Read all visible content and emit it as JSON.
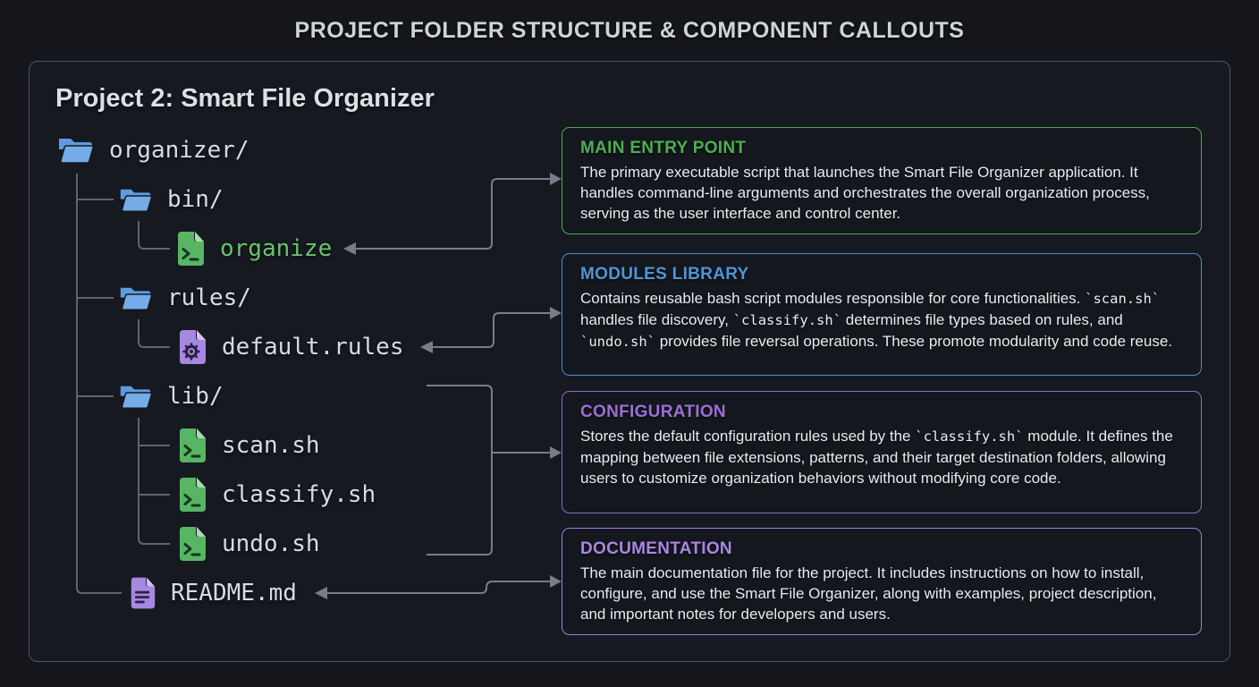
{
  "page_title": "PROJECT FOLDER STRUCTURE & COMPONENT CALLOUTS",
  "panel": {
    "title": "Project 2: Smart File Organizer",
    "tree": {
      "items": [
        {
          "label": "organizer/",
          "type": "folder-open",
          "color": "#d8dbdf",
          "depth": 0
        },
        {
          "label": "bin/",
          "type": "folder",
          "color": "#d8dbdf",
          "depth": 1
        },
        {
          "label": "organize",
          "type": "shell-script",
          "color": "#6cc26e",
          "depth": 2
        },
        {
          "label": "rules/",
          "type": "folder",
          "color": "#d8dbdf",
          "depth": 1
        },
        {
          "label": "default.rules",
          "type": "rules-file",
          "color": "#d8dbdf",
          "depth": 2
        },
        {
          "label": "lib/",
          "type": "folder",
          "color": "#d8dbdf",
          "depth": 1
        },
        {
          "label": "scan.sh",
          "type": "shell-script",
          "color": "#d8dbdf",
          "depth": 2
        },
        {
          "label": "classify.sh",
          "type": "shell-script",
          "color": "#d8dbdf",
          "depth": 2
        },
        {
          "label": "undo.sh",
          "type": "shell-script",
          "color": "#d8dbdf",
          "depth": 2
        },
        {
          "label": "README.md",
          "type": "markdown-doc",
          "color": "#d8dbdf",
          "depth": 1
        }
      ]
    },
    "callouts": [
      {
        "title": "MAIN ENTRY POINT",
        "title_color": "#4caf50",
        "border_color": "#4caf50",
        "body": [
          {
            "t": "The primary executable script that launches the Smart File Organizer application. It handles command-line arguments and orchestrates the overall organization process, serving as the user interface and control center."
          }
        ]
      },
      {
        "title": "MODULES LIBRARY",
        "title_color": "#4d96d9",
        "border_color": "#4a8ed6",
        "body": [
          {
            "t": "Contains reusable bash script modules responsible for core functionalities. "
          },
          {
            "c": true,
            "t": "`scan.sh`"
          },
          {
            "t": " handles file discovery, "
          },
          {
            "c": true,
            "t": "`classify.sh`"
          },
          {
            "t": " determines file types based on rules, and "
          },
          {
            "c": true,
            "t": "`undo.sh`"
          },
          {
            "t": " provides file reversal operations. These promote modularity and code reuse."
          }
        ]
      },
      {
        "title": "CONFIGURATION",
        "title_color": "#9b6fd6",
        "border_color": "#8f6ccc",
        "body": [
          {
            "t": "Stores the default configuration rules used by the "
          },
          {
            "c": true,
            "t": "`classify.sh`"
          },
          {
            "t": " module. It defines the mapping between file extensions, patterns, and their target destination folders, allowing users to customize organization behaviors without modifying core code."
          }
        ]
      },
      {
        "title": "DOCUMENTATION",
        "title_color": "#a886e0",
        "border_color": "#9d7fe0",
        "body": [
          {
            "t": "The main documentation file for the project. It includes instructions on how to install, configure, and use the Smart File Organizer, along with examples, project description, and important notes for developers and users."
          }
        ]
      }
    ],
    "connectors": [
      {
        "from": "organize",
        "to": "MAIN ENTRY POINT"
      },
      {
        "from": "default.rules",
        "to": "MODULES LIBRARY"
      },
      {
        "from": "scan.sh, classify.sh, undo.sh",
        "to": "CONFIGURATION"
      },
      {
        "from": "README.md",
        "to": "DOCUMENTATION"
      }
    ]
  },
  "colors": {
    "background": "#14161b",
    "panel_border": "#4e565f",
    "tree_line_gray": "#5d6570",
    "arrow_gray": "#757d8a",
    "folder_blue": "#6ea6e8",
    "script_green": "#57b564",
    "file_purple": "#a787e2",
    "organize_green": "#6cc26e"
  }
}
